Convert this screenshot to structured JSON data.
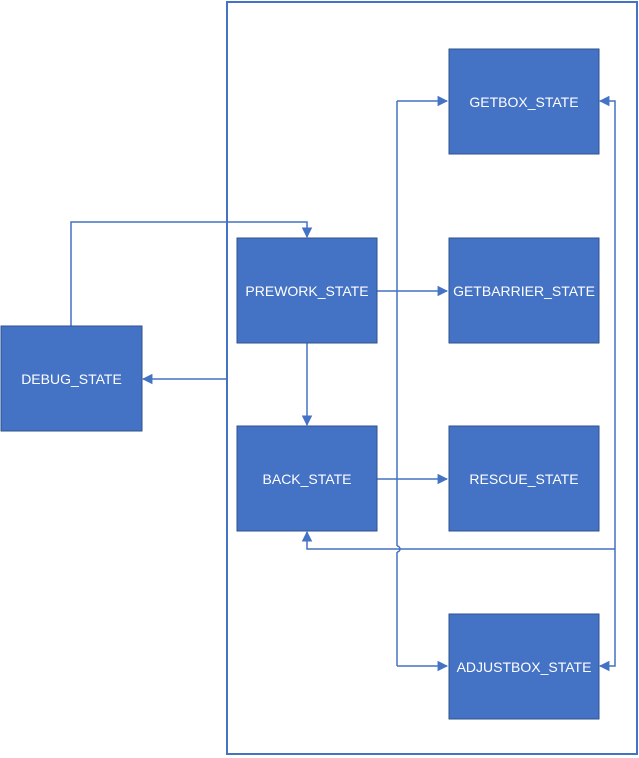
{
  "diagram": {
    "nodes": {
      "debug": "DEBUG_STATE",
      "prework": "PREWORK_STATE",
      "back": "BACK_STATE",
      "getbox": "GETBOX_STATE",
      "getbarrier": "GETBARRIER_STATE",
      "rescue": "RESCUE_STATE",
      "adjustbox": "ADJUSTBOX_STATE"
    },
    "colors": {
      "node_fill": "#4472C4",
      "edge": "#4472C4",
      "text": "#FFFFFF"
    }
  }
}
